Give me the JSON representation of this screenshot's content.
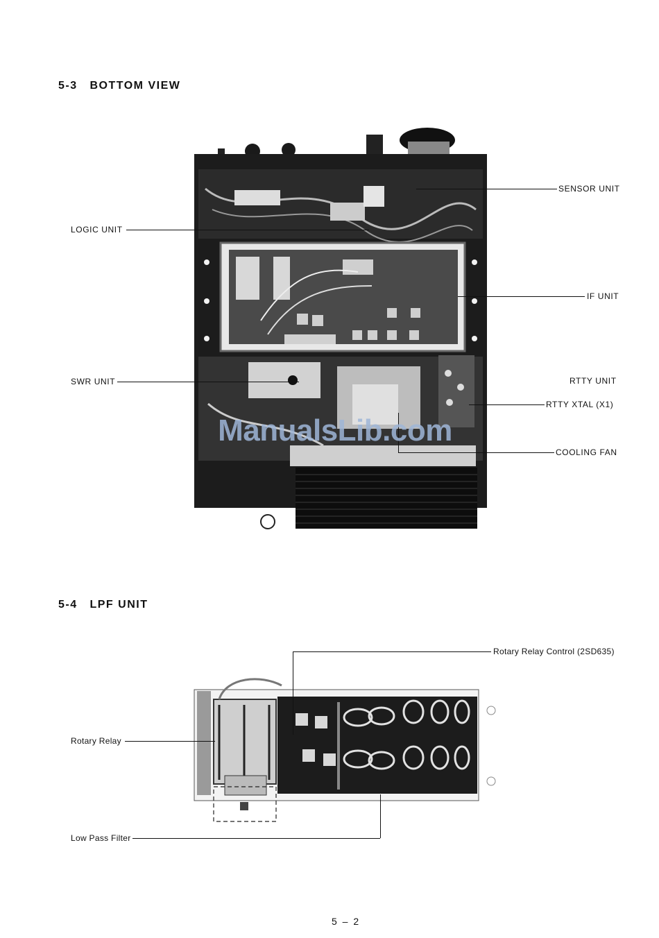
{
  "sections": {
    "bottom_view": {
      "number": "5-3",
      "title": "BOTTOM VIEW"
    },
    "lpf_unit": {
      "number": "5-4",
      "title": "LPF UNIT"
    }
  },
  "bottom_view_labels": {
    "sensor_unit": "SENSOR UNIT",
    "logic_unit": "LOGIC UNIT",
    "if_unit": "IF UNIT",
    "swr_unit": "SWR UNIT",
    "rtty_unit": "RTTY UNIT",
    "rtty_xtal": "RTTY XTAL (X1)",
    "cooling_fan": "COOLING FAN"
  },
  "lpf_labels": {
    "rotary_relay_control": "Rotary Relay Control (2SD635)",
    "rotary_relay": "Rotary Relay",
    "low_pass_filter": "Low Pass Filter"
  },
  "watermark": "ManualsLib.com",
  "page_number": "5 – 2"
}
